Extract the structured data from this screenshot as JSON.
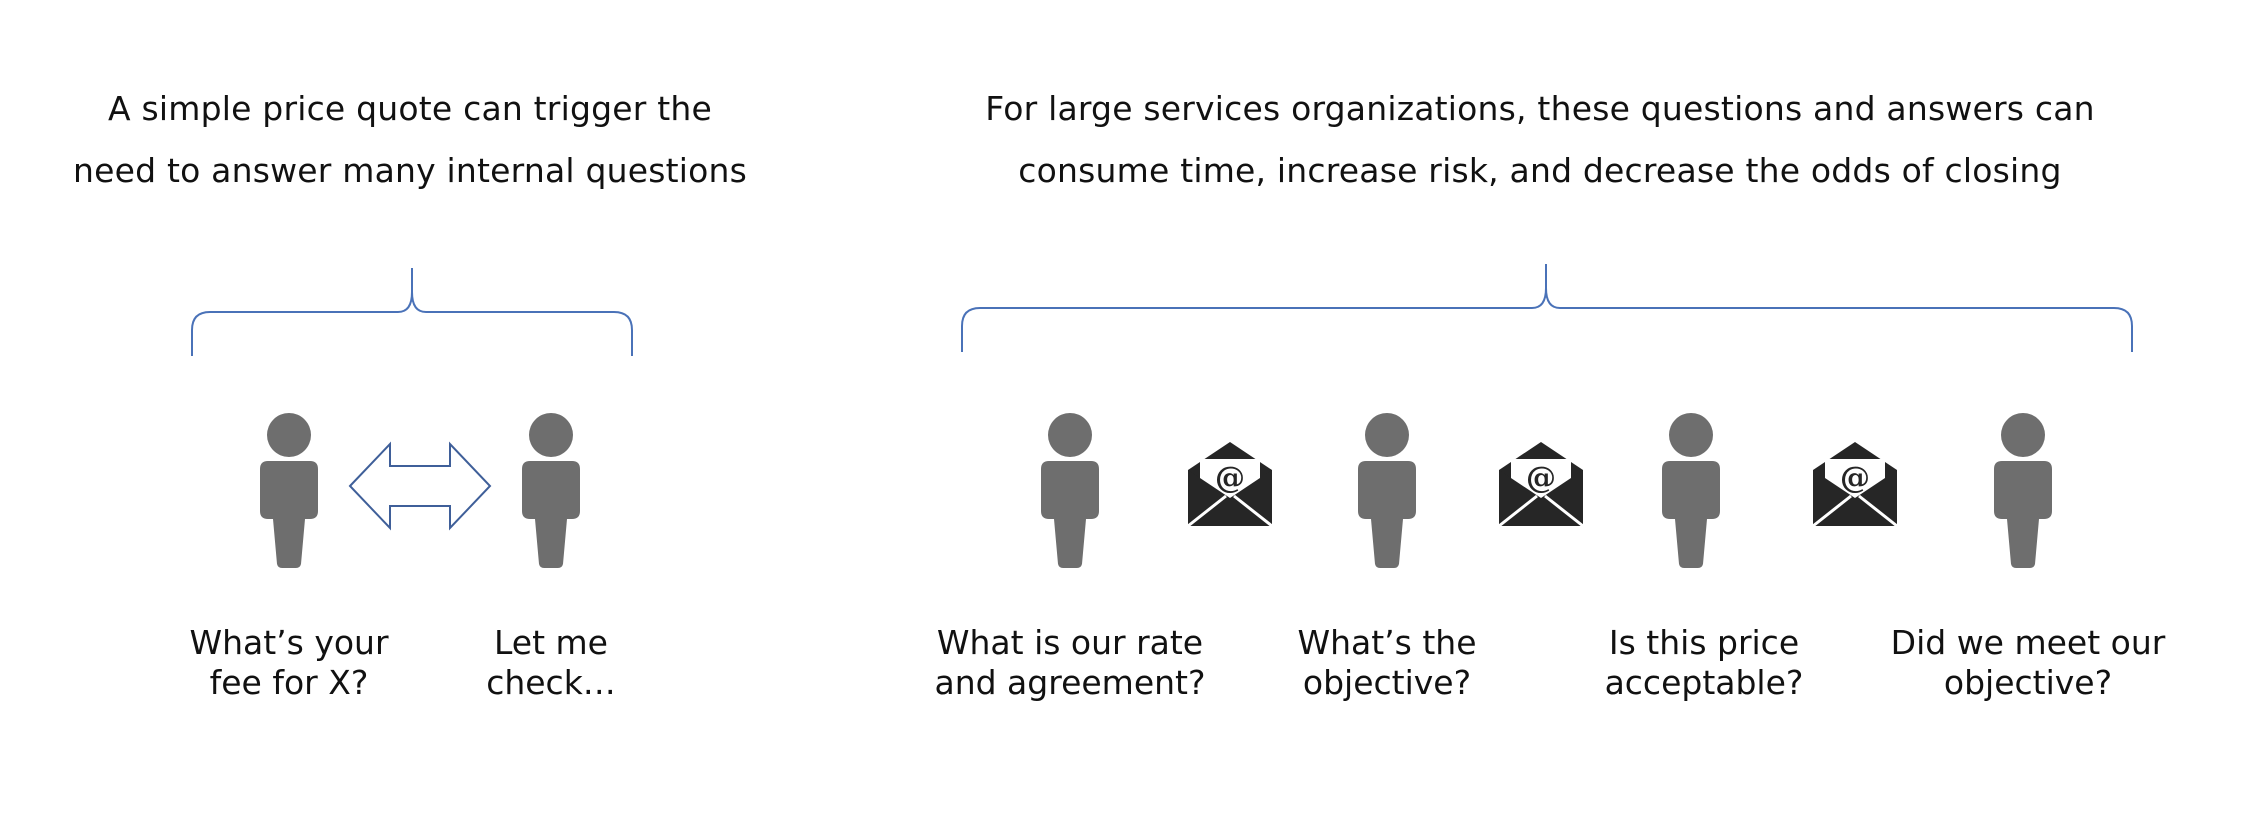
{
  "left_panel": {
    "heading_line1": "A simple price quote can trigger the",
    "heading_line2": "need to answer many internal questions",
    "captions": [
      {
        "line1": "What’s your",
        "line2": "fee for X?"
      },
      {
        "line1": "Let me",
        "line2": "check…"
      }
    ]
  },
  "right_panel": {
    "heading_line1": "For large services organizations, these questions and answers can",
    "heading_line2": "consume time, increase risk, and decrease the odds of closing",
    "captions": [
      {
        "line1": "What is our rate",
        "line2": "and agreement?"
      },
      {
        "line1": "What’s the",
        "line2": "objective?"
      },
      {
        "line1": "Is this price",
        "line2": "acceptable?"
      },
      {
        "line1": "Did we meet our",
        "line2": "objective?"
      }
    ]
  },
  "icons": {
    "person": "person-icon",
    "exchange": "double-arrow-icon",
    "email": "email-envelope-icon"
  },
  "colors": {
    "brace": "#4a72b8",
    "person": "#6e6e6e",
    "envelope": "#262626",
    "arrow_outline": "#3f5f99"
  }
}
